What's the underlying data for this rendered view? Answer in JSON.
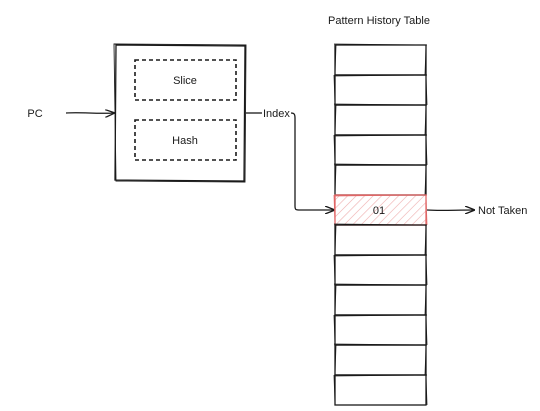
{
  "diagram": {
    "title": "Pattern History Table",
    "input_label": "PC",
    "hash_unit": {
      "slice_label": "Slice",
      "hash_label": "Hash"
    },
    "index_label": "Index",
    "table": {
      "row_count": 12,
      "highlighted_row": 5,
      "highlighted_value": "01",
      "highlight_color": "#e06666"
    },
    "output_label": "Not Taken"
  }
}
